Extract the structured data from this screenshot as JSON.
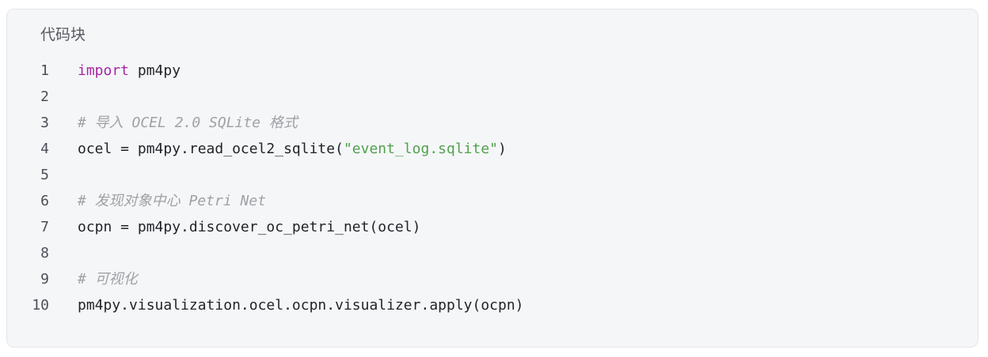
{
  "block": {
    "title": "代码块"
  },
  "lines": [
    {
      "num": "1",
      "tokens": [
        {
          "t": "import",
          "c": "keyword"
        },
        {
          "t": " pm4py",
          "c": "plain"
        }
      ]
    },
    {
      "num": "2",
      "tokens": []
    },
    {
      "num": "3",
      "tokens": [
        {
          "t": "# 导入 OCEL 2.0 SQLite 格式",
          "c": "comment"
        }
      ]
    },
    {
      "num": "4",
      "tokens": [
        {
          "t": "ocel = pm4py.read_ocel2_sqlite(",
          "c": "plain"
        },
        {
          "t": "\"event_log.sqlite\"",
          "c": "string"
        },
        {
          "t": ")",
          "c": "plain"
        }
      ]
    },
    {
      "num": "5",
      "tokens": []
    },
    {
      "num": "6",
      "tokens": [
        {
          "t": "# 发现对象中心 Petri Net",
          "c": "comment"
        }
      ]
    },
    {
      "num": "7",
      "tokens": [
        {
          "t": "ocpn = pm4py.discover_oc_petri_net(ocel)",
          "c": "plain"
        }
      ]
    },
    {
      "num": "8",
      "tokens": []
    },
    {
      "num": "9",
      "tokens": [
        {
          "t": "# 可视化",
          "c": "comment"
        }
      ]
    },
    {
      "num": "10",
      "tokens": [
        {
          "t": "pm4py.visualization.ocel.ocpn.visualizer.apply(ocpn)",
          "c": "plain"
        }
      ]
    }
  ]
}
